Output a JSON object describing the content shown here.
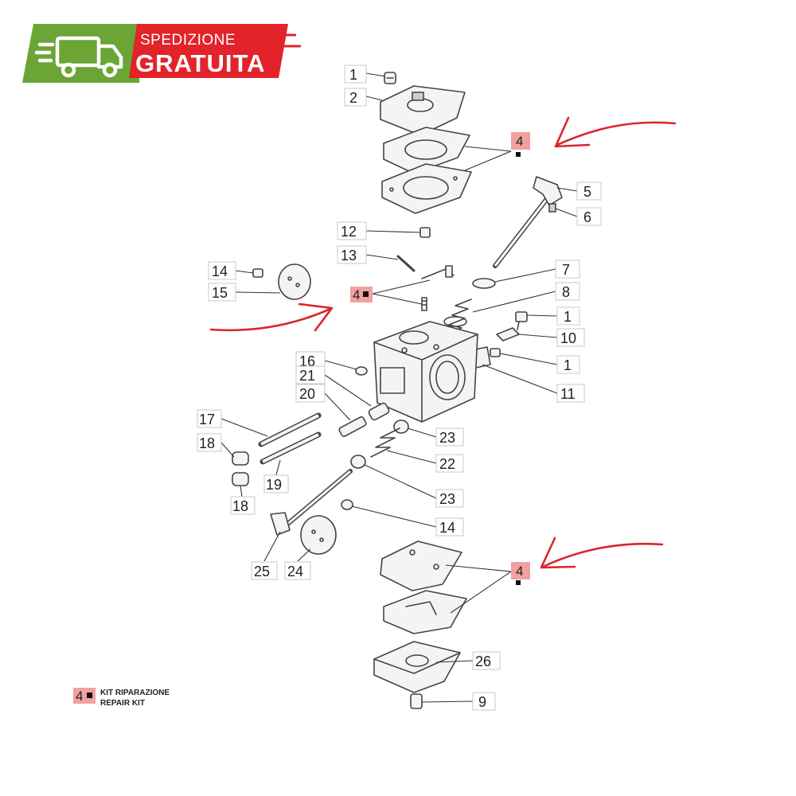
{
  "badge": {
    "line1": "SPEDIZIONE",
    "line2": "GRATUITA",
    "colors": {
      "green": "#6aa535",
      "red": "#e3232a"
    },
    "icon": "delivery-truck-icon"
  },
  "callouts": [
    {
      "id": "c1a",
      "label": "1"
    },
    {
      "id": "c2",
      "label": "2"
    },
    {
      "id": "c5",
      "label": "5"
    },
    {
      "id": "c6",
      "label": "6"
    },
    {
      "id": "c12",
      "label": "12"
    },
    {
      "id": "c13",
      "label": "13"
    },
    {
      "id": "c14a",
      "label": "14"
    },
    {
      "id": "c15",
      "label": "15"
    },
    {
      "id": "c7",
      "label": "7"
    },
    {
      "id": "c8",
      "label": "8"
    },
    {
      "id": "c1b",
      "label": "1"
    },
    {
      "id": "c10",
      "label": "10"
    },
    {
      "id": "c1c",
      "label": "1"
    },
    {
      "id": "c11",
      "label": "11"
    },
    {
      "id": "c16",
      "label": "16"
    },
    {
      "id": "c21",
      "label": "21"
    },
    {
      "id": "c20",
      "label": "20"
    },
    {
      "id": "c17",
      "label": "17"
    },
    {
      "id": "c18a",
      "label": "18"
    },
    {
      "id": "c19",
      "label": "19"
    },
    {
      "id": "c18b",
      "label": "18"
    },
    {
      "id": "c23a",
      "label": "23"
    },
    {
      "id": "c22",
      "label": "22"
    },
    {
      "id": "c23b",
      "label": "23"
    },
    {
      "id": "c14b",
      "label": "14"
    },
    {
      "id": "c25",
      "label": "25"
    },
    {
      "id": "c24",
      "label": "24"
    },
    {
      "id": "c26",
      "label": "26"
    },
    {
      "id": "c9",
      "label": "9"
    }
  ],
  "kit_markers": [
    {
      "id": "k-top",
      "label": "4"
    },
    {
      "id": "k-mid",
      "label": "4"
    },
    {
      "id": "k-bottom",
      "label": "4"
    }
  ],
  "legend": {
    "marker": "4",
    "line1": "KIT RIPARAZIONE",
    "line2": "REPAIR KIT"
  },
  "colors": {
    "highlight_arrow": "#d9262c",
    "kit_marker": "#f2a0a0"
  }
}
